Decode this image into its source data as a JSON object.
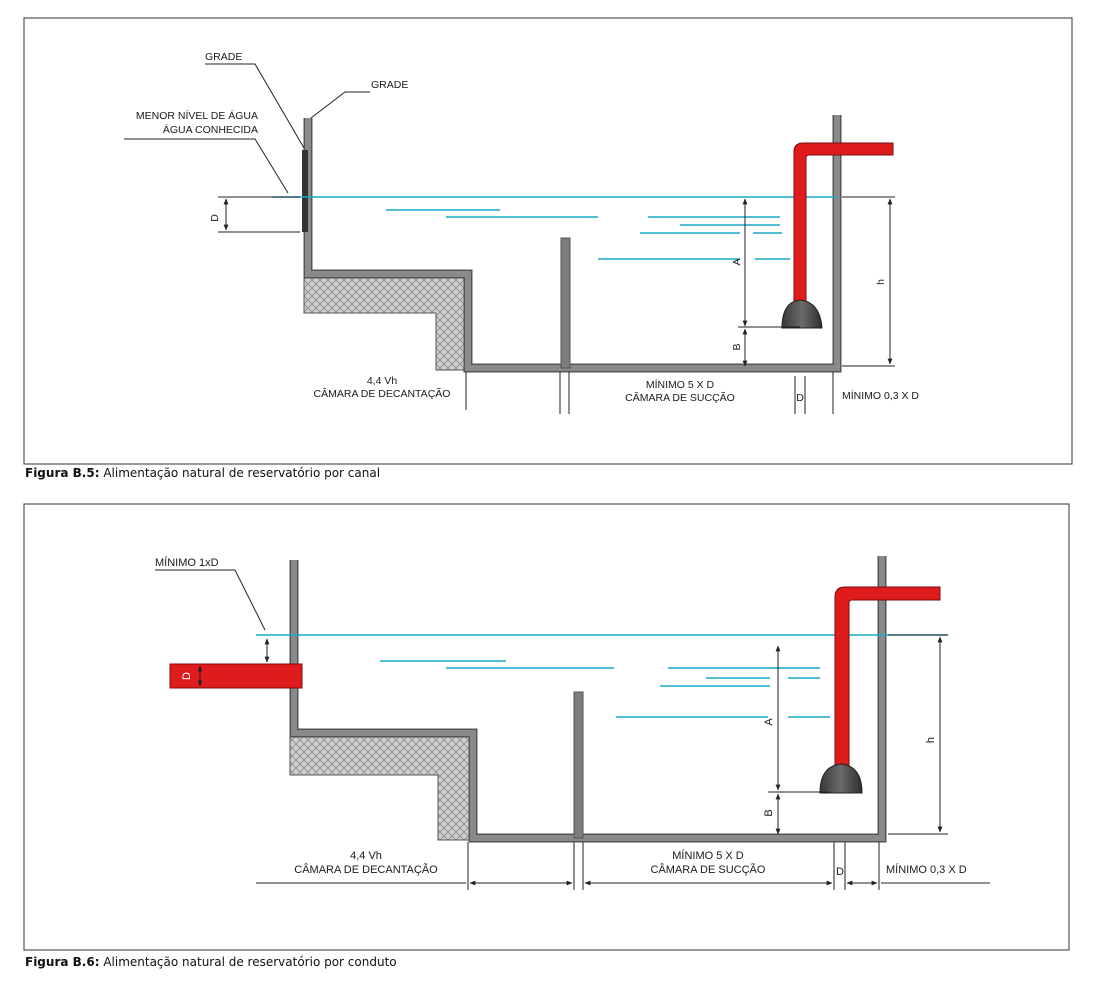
{
  "figure1": {
    "caption_number": "Figura B.5:",
    "caption_text": " Alimentação natural de reservatório por canal",
    "labels": {
      "grade_1": "GRADE",
      "grade_2": "GRADE",
      "lowest_level_line1": "MENOR NÍVEL DE ÁGUA",
      "lowest_level_line2": "ÁGUA CONHECIDA",
      "d_left": "D",
      "a": "A",
      "b": "B",
      "h": "h",
      "d_bottom": "D",
      "vh": "4,4 Vh",
      "decant": "CÂMARA DE DECANTAÇÃO",
      "min5": "MÍNIMO 5 X D",
      "succ": "CÂMARA DE SUCÇÃO",
      "min03": "MÍNIMO 0,3 X D"
    }
  },
  "figure2": {
    "caption_number": "Figura B.6:",
    "caption_text": " Alimentação natural de reservatório por conduto",
    "labels": {
      "min1": "MÍNIMO 1xD",
      "d_pipe": "D",
      "a": "A",
      "b": "B",
      "h": "h",
      "d_bottom": "D",
      "vh": "4,4 Vh",
      "decant": "CÂMARA DE DECANTAÇÃO",
      "min5": "MÍNIMO 5 X D",
      "succ": "CÂMARA DE SUCÇÃO",
      "min03": "MÍNIMO 0,3 X D"
    }
  },
  "colors": {
    "pipe": "#e01b1b",
    "water": "#19a9c9",
    "wall": "#7d7d7d",
    "wall_edge": "#404040",
    "hatch_fill": "#c8c8c8"
  }
}
